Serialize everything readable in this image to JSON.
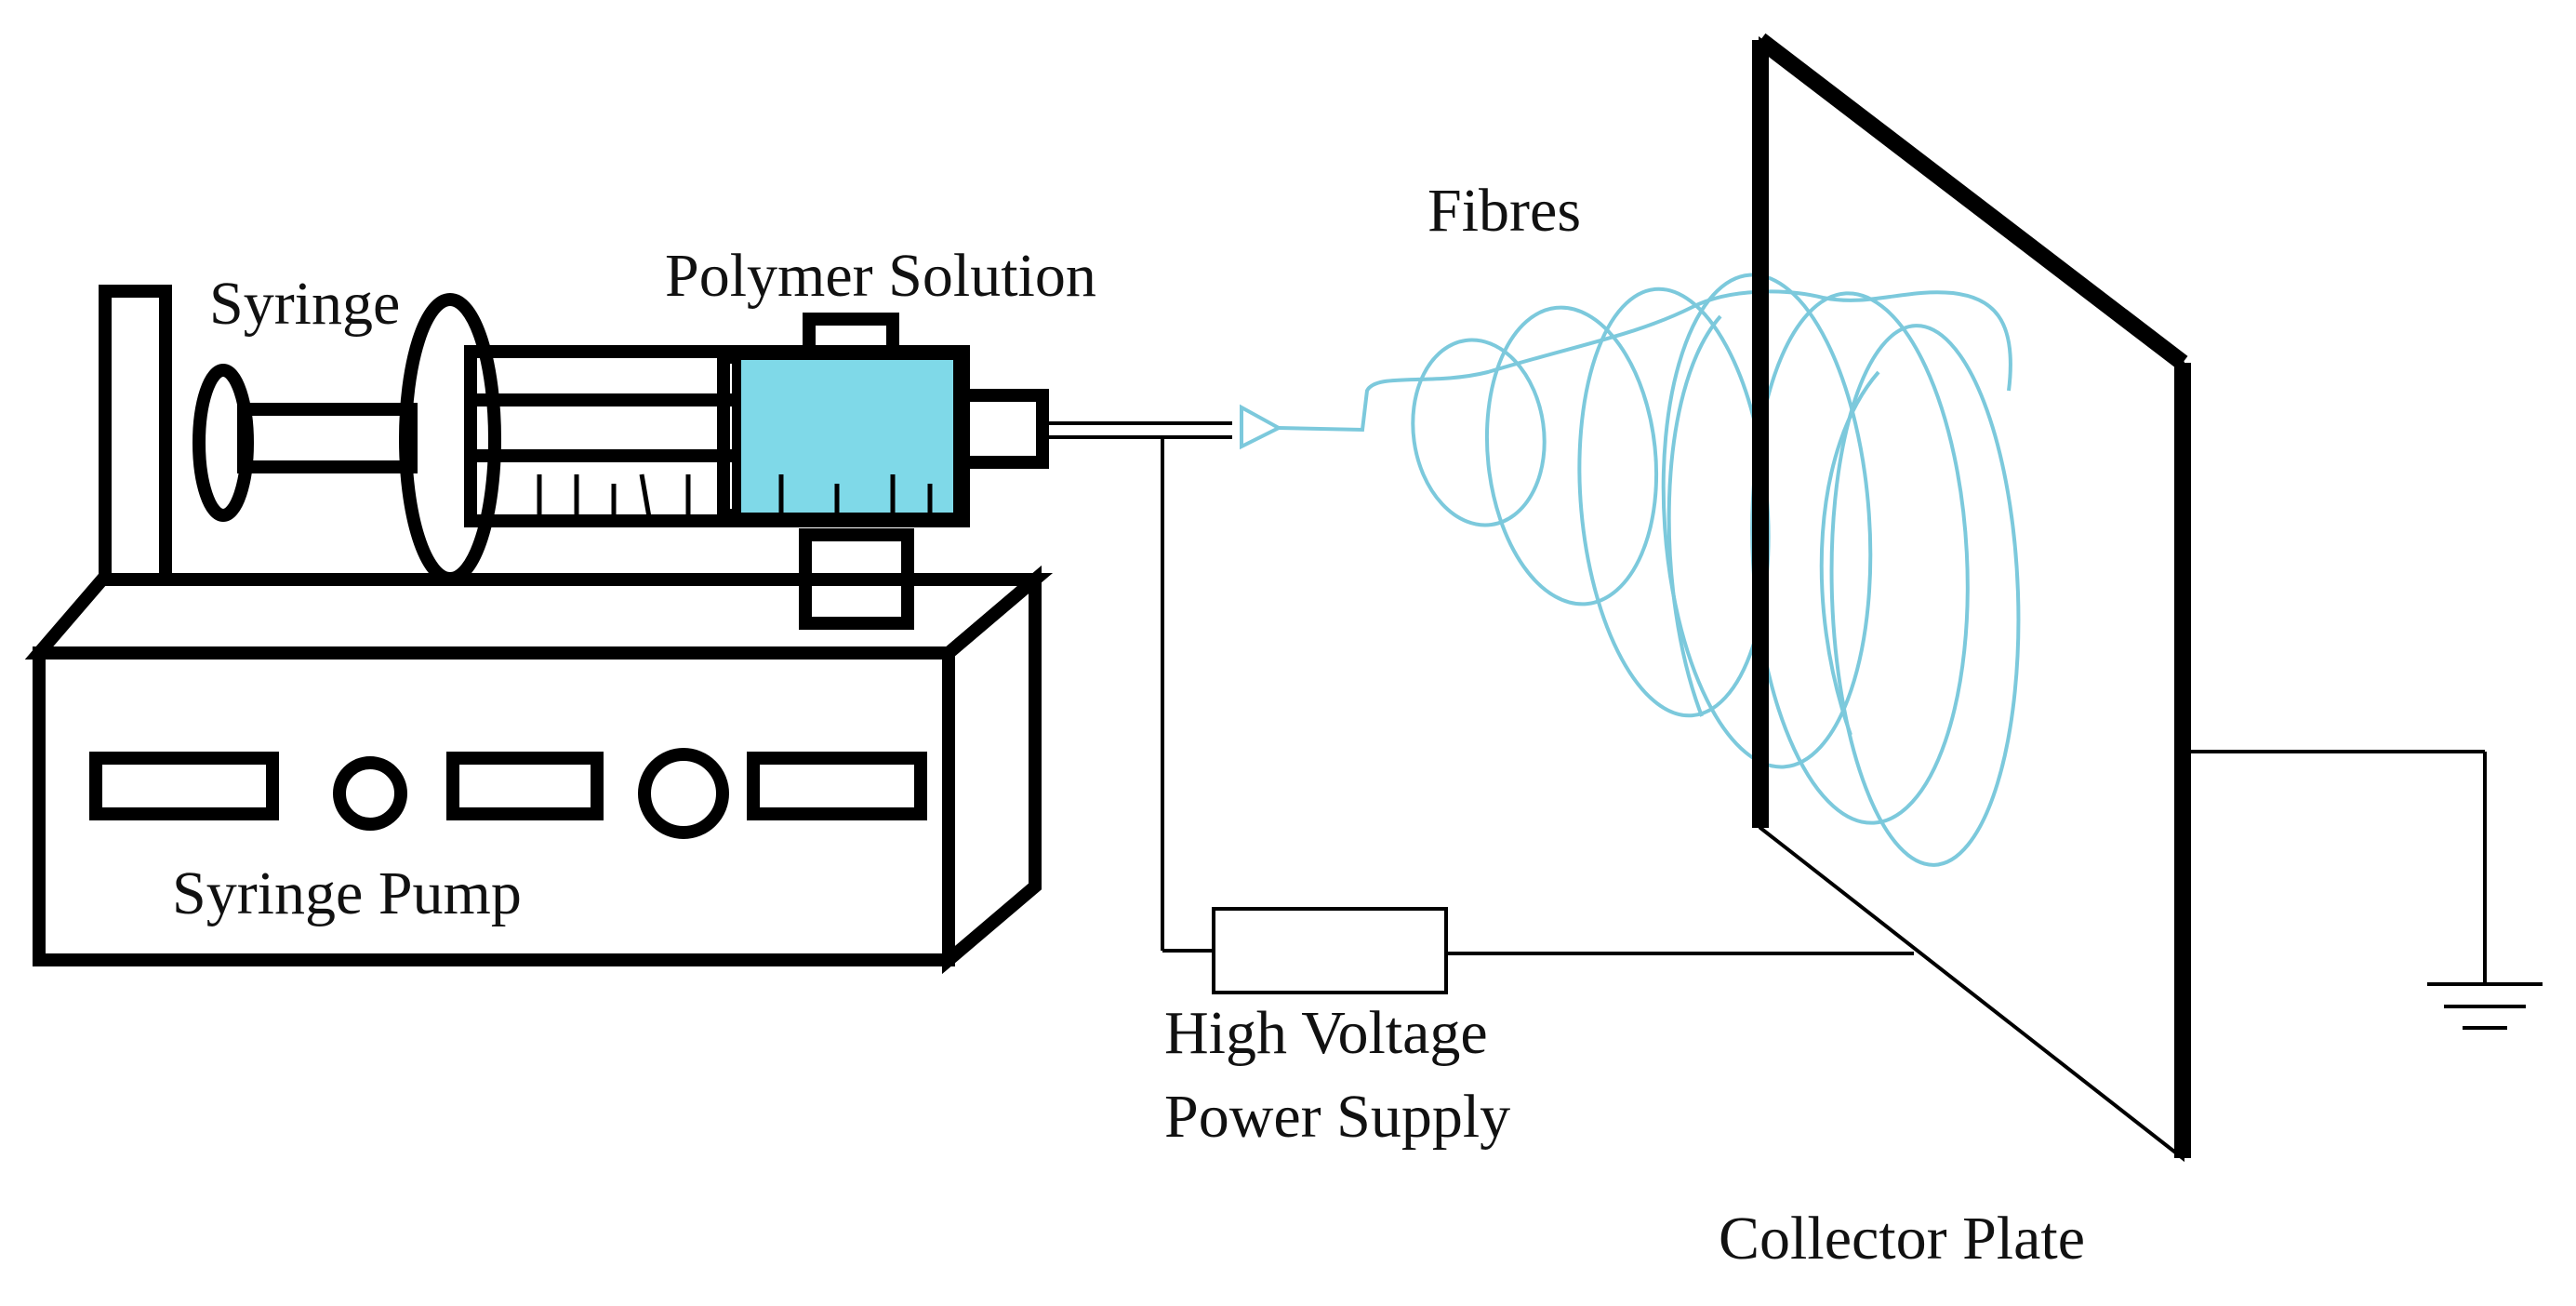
{
  "diagram": {
    "labels": {
      "syringe": "Syringe",
      "polymer_solution": "Polymer Solution",
      "syringe_pump": "Syringe Pump",
      "fibres": "Fibres",
      "hv_line1": "High Voltage",
      "hv_line2": "Power Supply",
      "collector_plate": "Collector Plate"
    },
    "colors": {
      "solution_fill": "#7fd9e8",
      "fibre_stroke": "#7cc9dc",
      "line": "#000000"
    },
    "icons": [
      "ground-icon"
    ]
  }
}
